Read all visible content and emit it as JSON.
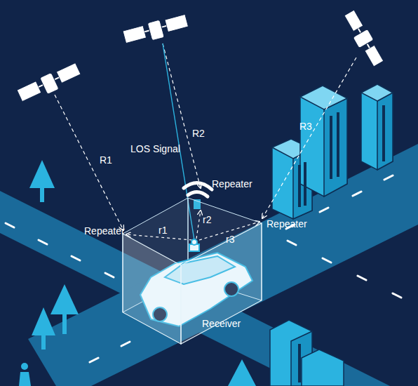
{
  "diagram": {
    "nodes": [
      {
        "text": [
          "Receiver"
        ]
      }
    ],
    "labels": [
      "R1",
      "R2",
      "R3",
      "LOS Signal",
      "Repeater",
      "Repeater",
      "Repeater",
      "r1",
      "r2",
      "r3"
    ]
  }
}
